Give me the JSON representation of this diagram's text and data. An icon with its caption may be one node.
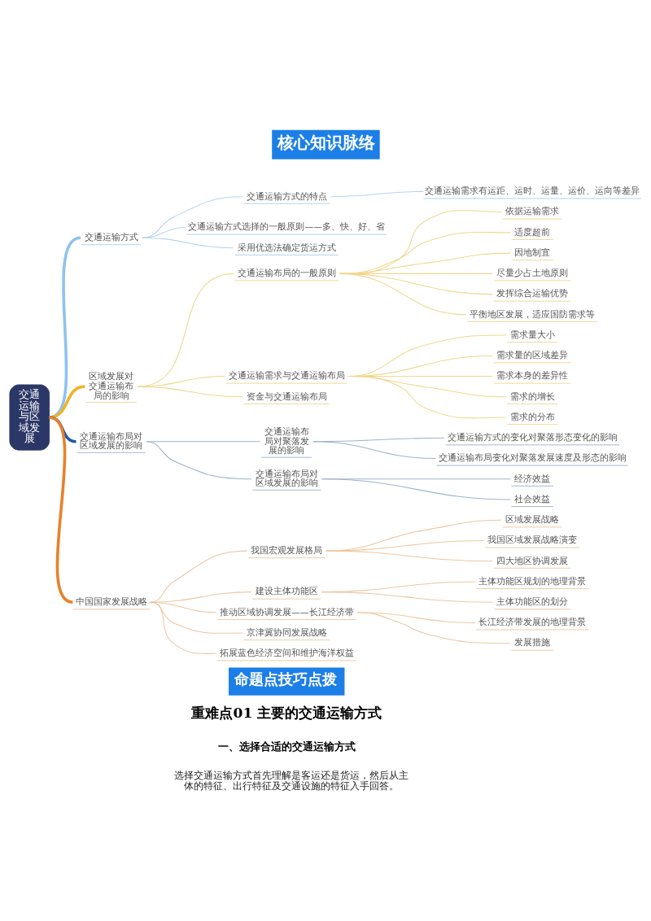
{
  "diagram": {
    "title": "核心知识脉络",
    "nodes": [
      {
        "text": [
          "交通运输与区域发展"
        ]
      },
      {
        "text": [
          "交通运输方式"
        ]
      },
      {
        "text": [
          "交通运输方式的特点"
        ]
      },
      {
        "text": [
          "交通运输需求有运距、运时、运量、运价、运向等差异"
        ]
      },
      {
        "text": [
          "交通运输方式选择的一般原则——多、快、好、省"
        ]
      },
      {
        "text": [
          "采用优选法确定货运方式"
        ]
      },
      {
        "text": [
          "区域发展对交通运输布局的影响"
        ]
      },
      {
        "text": [
          "交通运输布局的一般原则"
        ]
      },
      {
        "text": [
          "依据运输需求"
        ]
      },
      {
        "text": [
          "适度超前"
        ]
      },
      {
        "text": [
          "因地制宜"
        ]
      },
      {
        "text": [
          "尽量少占土地原则"
        ]
      },
      {
        "text": [
          "发挥综合运输优势"
        ]
      },
      {
        "text": [
          "平衡地区发展，适应国防需求等"
        ]
      },
      {
        "text": [
          "交通运输需求与交通运输布局"
        ]
      },
      {
        "text": [
          "需求量大小"
        ]
      },
      {
        "text": [
          "需求量的区域差异"
        ]
      },
      {
        "text": [
          "需求本身的差异性"
        ]
      },
      {
        "text": [
          "需求的增长"
        ]
      },
      {
        "text": [
          "需求的分布"
        ]
      },
      {
        "text": [
          "资金与交通运输布局"
        ]
      },
      {
        "text": [
          "交通运输布局对区域发展的影响"
        ]
      },
      {
        "text": [
          "交通运输布局对聚落发展的影响"
        ]
      },
      {
        "text": [
          "交通运输方式的变化对聚落形态变化的影响"
        ]
      },
      {
        "text": [
          "交通运输布局变化对聚落发展速度及形态的影响"
        ]
      },
      {
        "text": [
          "交通运输布局对区域发展的影响"
        ]
      },
      {
        "text": [
          "经济效益"
        ]
      },
      {
        "text": [
          "社会效益"
        ]
      },
      {
        "text": [
          "中国国家发展战略"
        ]
      },
      {
        "text": [
          "我国宏观发展格局"
        ]
      },
      {
        "text": [
          "区域发展战略"
        ]
      },
      {
        "text": [
          "我国区域发展战略演变"
        ]
      },
      {
        "text": [
          "四大地区协调发展"
        ]
      },
      {
        "text": [
          "建设主体功能区"
        ]
      },
      {
        "text": [
          "主体功能区规划的地理背景"
        ]
      },
      {
        "text": [
          "主体功能区的划分"
        ]
      },
      {
        "text": [
          "推动区域协调发展——长江经济带"
        ]
      },
      {
        "text": [
          "长江经济带发展的地理背景"
        ]
      },
      {
        "text": [
          "发展措施"
        ]
      },
      {
        "text": [
          "京津冀协同发展战略"
        ]
      },
      {
        "text": [
          "拓展蓝色经济空间和维护海洋权益"
        ]
      }
    ],
    "edges": [
      {
        "from": 0,
        "to": 1,
        "arrow": "none",
        "style": "thick",
        "color": "#8ec3ee"
      },
      {
        "from": 1,
        "to": 2,
        "arrow": "none",
        "color": "#b7d4ec"
      },
      {
        "from": 2,
        "to": 3,
        "arrow": "none",
        "color": "#b7d4ec"
      },
      {
        "from": 1,
        "to": 4,
        "arrow": "none",
        "color": "#b7d4ec"
      },
      {
        "from": 1,
        "to": 5,
        "arrow": "none",
        "color": "#b7d4ec"
      },
      {
        "from": 0,
        "to": 6,
        "arrow": "none",
        "style": "thick",
        "color": "#f0b429"
      },
      {
        "from": 6,
        "to": 7,
        "arrow": "none",
        "color": "#f1d88e"
      },
      {
        "from": 7,
        "to": 8,
        "arrow": "none",
        "color": "#f1d88e"
      },
      {
        "from": 7,
        "to": 9,
        "arrow": "none",
        "color": "#f1d88e"
      },
      {
        "from": 7,
        "to": 10,
        "arrow": "none",
        "color": "#f1d88e"
      },
      {
        "from": 7,
        "to": 11,
        "arrow": "none",
        "color": "#f1d88e"
      },
      {
        "from": 7,
        "to": 12,
        "arrow": "none",
        "color": "#f1d88e"
      },
      {
        "from": 7,
        "to": 13,
        "arrow": "none",
        "color": "#f1d88e"
      },
      {
        "from": 6,
        "to": 14,
        "arrow": "none",
        "color": "#f1d88e"
      },
      {
        "from": 14,
        "to": 15,
        "arrow": "none",
        "color": "#f1d88e"
      },
      {
        "from": 14,
        "to": 16,
        "arrow": "none",
        "color": "#f1d88e"
      },
      {
        "from": 14,
        "to": 17,
        "arrow": "none",
        "color": "#f1d88e"
      },
      {
        "from": 14,
        "to": 18,
        "arrow": "none",
        "color": "#f1d88e"
      },
      {
        "from": 14,
        "to": 19,
        "arrow": "none",
        "color": "#f1d88e"
      },
      {
        "from": 6,
        "to": 20,
        "arrow": "none",
        "color": "#f1d88e"
      },
      {
        "from": 0,
        "to": 21,
        "arrow": "none",
        "style": "thick",
        "color": "#1d5ba6"
      },
      {
        "from": 21,
        "to": 22,
        "arrow": "none",
        "color": "#9fb2cd"
      },
      {
        "from": 22,
        "to": 23,
        "arrow": "none",
        "color": "#9fb2cd"
      },
      {
        "from": 22,
        "to": 24,
        "arrow": "none",
        "color": "#9fb2cd"
      },
      {
        "from": 21,
        "to": 25,
        "arrow": "none",
        "color": "#9fb2cd"
      },
      {
        "from": 25,
        "to": 26,
        "arrow": "none",
        "color": "#9fb2cd"
      },
      {
        "from": 25,
        "to": 27,
        "arrow": "none",
        "color": "#9fb2cd"
      },
      {
        "from": 0,
        "to": 28,
        "arrow": "none",
        "style": "thick",
        "color": "#e8812a"
      },
      {
        "from": 28,
        "to": 29,
        "arrow": "none",
        "color": "#efc7a2"
      },
      {
        "from": 29,
        "to": 30,
        "arrow": "none",
        "color": "#efc7a2"
      },
      {
        "from": 29,
        "to": 31,
        "arrow": "none",
        "color": "#efc7a2"
      },
      {
        "from": 29,
        "to": 32,
        "arrow": "none",
        "color": "#efc7a2"
      },
      {
        "from": 28,
        "to": 33,
        "arrow": "none",
        "color": "#efc7a2"
      },
      {
        "from": 33,
        "to": 34,
        "arrow": "none",
        "color": "#efc7a2"
      },
      {
        "from": 33,
        "to": 35,
        "arrow": "none",
        "color": "#efc7a2"
      },
      {
        "from": 28,
        "to": 36,
        "arrow": "none",
        "color": "#efc7a2"
      },
      {
        "from": 36,
        "to": 37,
        "arrow": "none",
        "color": "#efc7a2"
      },
      {
        "from": 36,
        "to": 38,
        "arrow": "none",
        "color": "#efc7a2"
      },
      {
        "from": 28,
        "to": 39,
        "arrow": "none",
        "color": "#efc7a2"
      },
      {
        "from": 28,
        "to": 40,
        "arrow": "none",
        "color": "#efc7a2"
      }
    ],
    "labels": [
      "命题点技巧点拨",
      "重难点01 主要的交通运输方式",
      "一、选择合适的交通运输方式",
      "选择交通运输方式首先理解是客运还是货运，然后从主体的特征、出行特征及交通设施的特征入手回答。"
    ]
  }
}
